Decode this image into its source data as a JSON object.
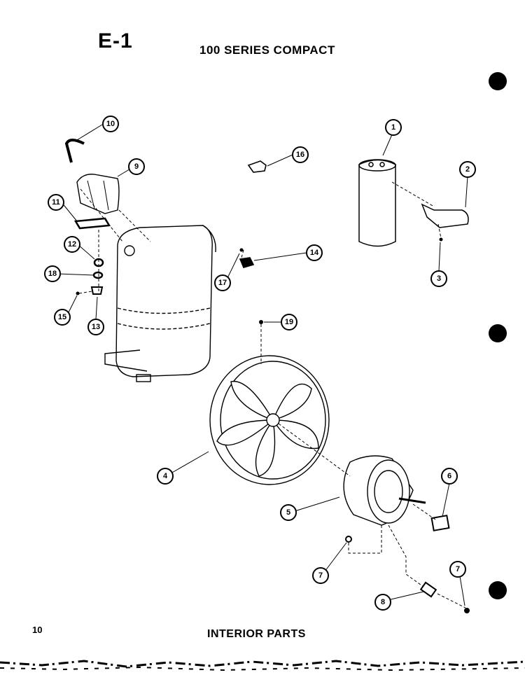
{
  "header": {
    "sheet_id": "E-1",
    "title": "100 SERIES COMPACT"
  },
  "footer": {
    "page_number": "10",
    "section_title": "INTERIOR PARTS"
  },
  "callouts": [
    "1",
    "2",
    "3",
    "4",
    "5",
    "6",
    "7",
    "7",
    "8",
    "9",
    "10",
    "11",
    "12",
    "13",
    "14",
    "15",
    "16",
    "17",
    "18",
    "19"
  ]
}
